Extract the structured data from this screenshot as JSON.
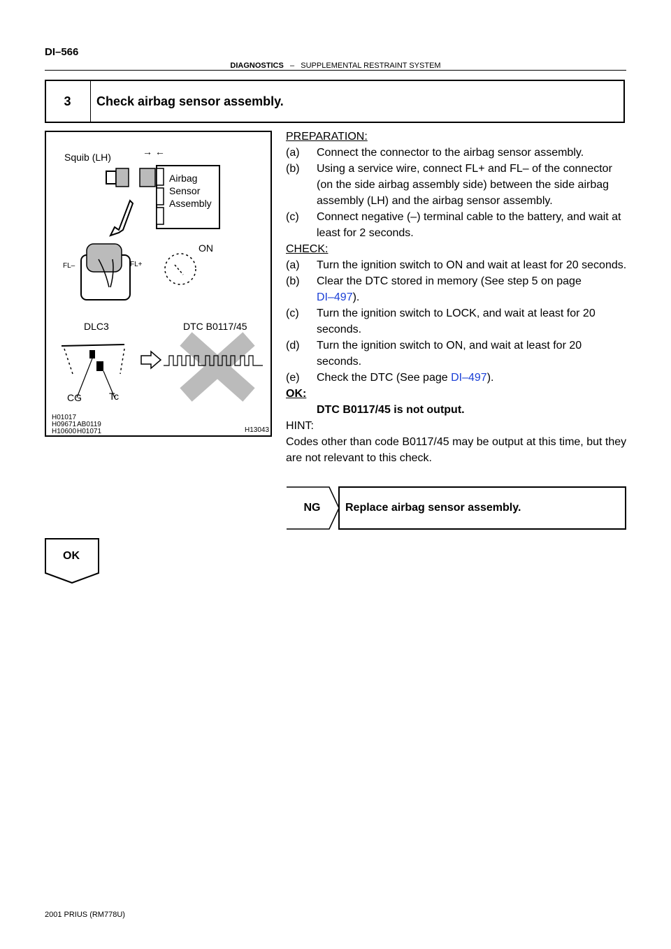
{
  "header": {
    "page_number": "DI–566",
    "section": "DIAGNOSTICS",
    "separator": "–",
    "subsection": "SUPPLEMENTAL RESTRAINT SYSTEM"
  },
  "step": {
    "number": "3",
    "title": "Check airbag sensor assembly."
  },
  "figure": {
    "squib_label": "Squib (LH)",
    "arrows": "→ ←",
    "airbag_label_1": "Airbag",
    "airbag_label_2": "Sensor",
    "airbag_label_3": "Assembly",
    "fl_minus": "FL–",
    "fl_plus": "FL+",
    "on_label": "ON",
    "dlc3_label": "DLC3",
    "dtc_label": "DTC B0117/45",
    "cg_label": "CG",
    "tc_label": "Tc",
    "code_1": "H01017",
    "code_2": "H09671",
    "code_3": "AB0119",
    "code_4": "H10600",
    "code_5": "H01071",
    "code_6": "H13043"
  },
  "content": {
    "prep_heading": "PREPARATION:",
    "prep_items": [
      {
        "label": "(a)",
        "text": "Connect the connector to the airbag sensor assembly."
      },
      {
        "label": "(b)",
        "text": "Using a service wire, connect FL+ and FL– of the connector (on the side airbag assembly side) between the side airbag assembly (LH) and the airbag sensor assembly."
      },
      {
        "label": "(c)",
        "text": "Connect negative (–) terminal cable to the battery, and wait at least for 2 seconds."
      }
    ],
    "check_heading": "CHECK:",
    "check_a_label": "(a)",
    "check_a_text": "Turn the ignition switch to ON and wait at least for 20 seconds.",
    "check_b_label": "(b)",
    "check_b_text": "Clear the DTC stored in memory (See step 5 on page",
    "check_b_link": "DI–497",
    "check_b_end": ").",
    "check_c_label": "(c)",
    "check_c_text": "Turn the ignition switch to LOCK, and wait at least for 20 seconds.",
    "check_d_label": "(d)",
    "check_d_text": "Turn the ignition switch to ON, and wait at least for 20 seconds.",
    "check_e_label": "(e)",
    "check_e_text": "Check the DTC (See page ",
    "check_e_link": "DI–497",
    "check_e_end": ").",
    "ok_heading": "OK:",
    "ok_result": "DTC B0117/45 is not output.",
    "hint_heading": "HINT:",
    "hint_text": "Codes other than code B0117/45 may be output at this time, but they are not relevant to this check."
  },
  "ng": {
    "label": "NG",
    "action": "Replace airbag sensor assembly."
  },
  "ok": {
    "label": "OK"
  },
  "footer": {
    "text": "2001 PRIUS   (RM778U)"
  }
}
